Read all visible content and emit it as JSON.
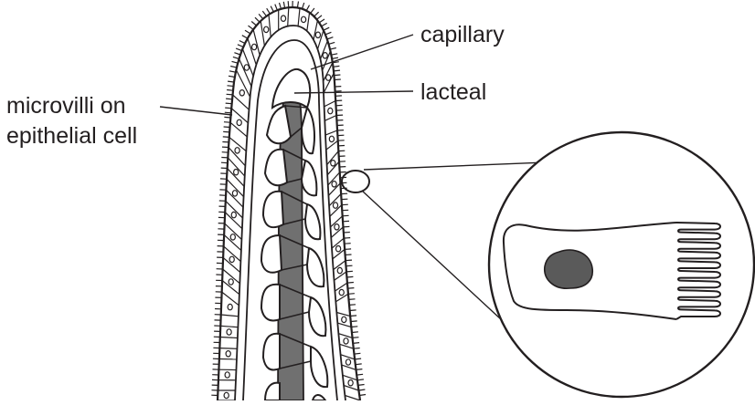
{
  "labels": {
    "capillary": "capillary",
    "lacteal": "lacteal",
    "microvilli_line1": "microvilli on",
    "microvilli_line2": "epithelial cell"
  },
  "colors": {
    "ink": "#231f20",
    "lacteal_fill": "#707070",
    "nucleus_fill": "#5a5a5a",
    "background": "#ffffff"
  }
}
